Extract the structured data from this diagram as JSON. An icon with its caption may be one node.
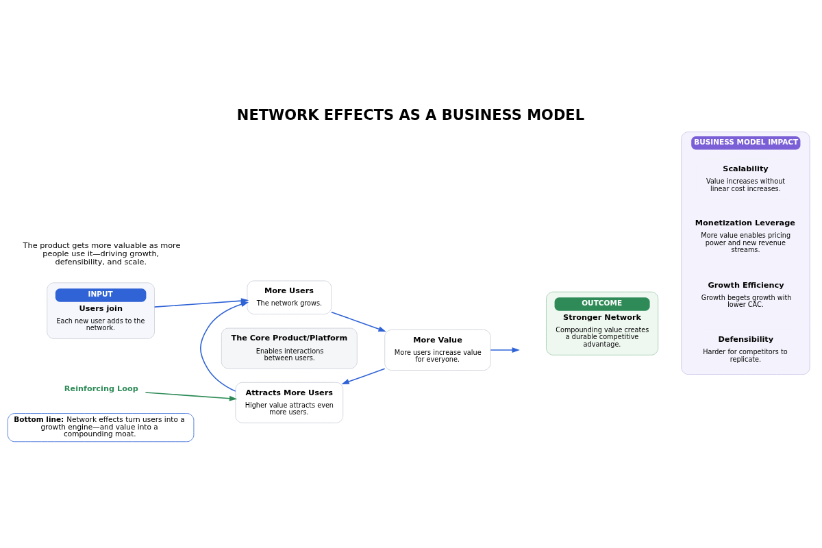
{
  "diagram": {
    "title": "NETWORK EFFECTS AS A BUSINESS MODEL",
    "nodes": [
      {
        "text": [
          "INPUT",
          "Users join",
          "Each new user adds to the network."
        ]
      },
      {
        "text": [
          "More Users",
          "The network grows."
        ]
      },
      {
        "text": [
          "The Core Product/Platform",
          "Enables interactions between users."
        ]
      },
      {
        "text": [
          "More Value",
          "More users increase value for everyone."
        ]
      },
      {
        "text": [
          "Attracts More Users",
          "Higher value attracts even more users."
        ]
      },
      {
        "text": [
          "Reinforcing Loop"
        ]
      },
      {
        "text": [
          "OUTCOME",
          "Stronger Network",
          "Compounding value creates a durable competitive advantage."
        ]
      },
      {
        "text": [
          "BUSINESS MODEL IMPACT"
        ]
      },
      {
        "text": [
          "Defensibility",
          "Harder for competitors to replicate."
        ],
        "in": 7
      },
      {
        "text": [
          "Growth Efficiency",
          "Growth begets growth with lower CAC."
        ],
        "in": 7
      },
      {
        "text": [
          "Monetization Leverage",
          "More value enables pricing power and new revenue streams."
        ],
        "in": 7
      },
      {
        "text": [
          "Scalability",
          "Value increases without linear cost increases."
        ],
        "in": 7
      },
      {
        "text": [
          "Bottom line:",
          "Network effects turn users into a growth engine—and value into a compounding moat."
        ]
      }
    ],
    "edges": [
      {
        "from": 0,
        "to": 1,
        "arrow": "to"
      },
      {
        "from": 1,
        "to": 3,
        "arrow": "to"
      },
      {
        "from": 3,
        "to": 4,
        "arrow": "to"
      },
      {
        "from": 4,
        "to": 1,
        "arrow": "to"
      },
      {
        "from": 3,
        "to": null,
        "arrow": "to"
      },
      {
        "from": 5,
        "to": 4,
        "arrow": "to",
        "color": "#2e8b57"
      }
    ],
    "labels": [
      "The product gets more valuable as more people use it—driving growth, defensibility, and scale."
    ]
  }
}
